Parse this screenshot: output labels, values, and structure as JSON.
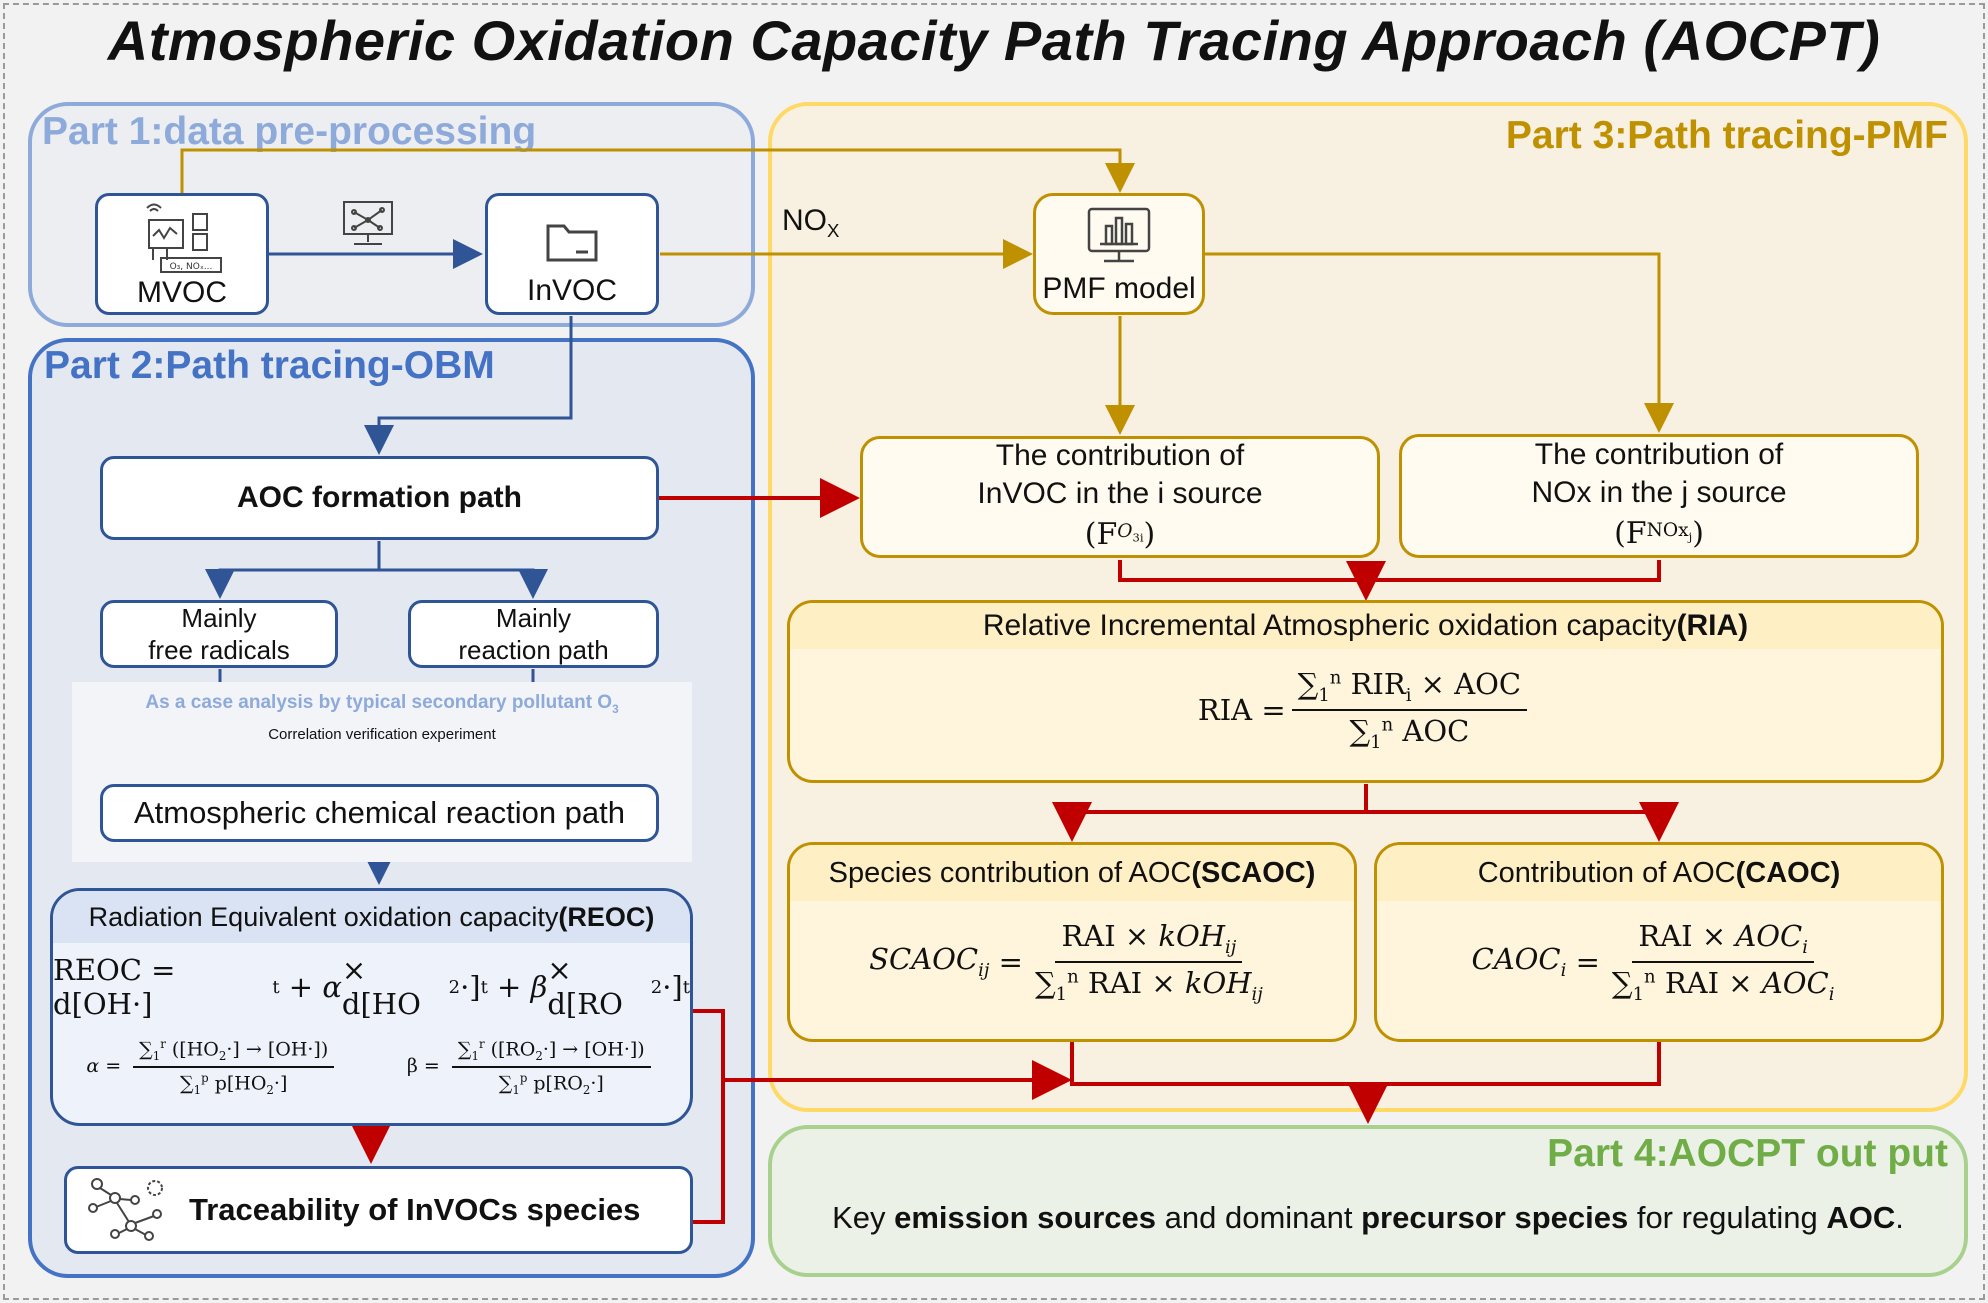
{
  "title": "Atmospheric Oxidation Capacity Path Tracing Approach (AOCPT)",
  "parts": {
    "p1": "Part 1:data pre-processing",
    "p2": "Part 2:Path tracing-OBM",
    "p3": "Part 3:Path tracing-PMF",
    "p4": "Part 4:AOCPT out put"
  },
  "nodes": {
    "mvoc": "MVOC",
    "mvoc_inner": "O₃, NOₓ...",
    "invoc": "InVOC",
    "nox": "NO",
    "nox_sub": "X",
    "pmf": "PMF model",
    "aoc_path": "AOC  formation path",
    "free_radicals_1": "Mainly",
    "free_radicals_2": "free radicals",
    "reaction_path_1": "Mainly",
    "reaction_path_2": "reaction path",
    "case_analysis": "As a case analysis by typical secondary pollutant O",
    "case_analysis_sub": "3",
    "correlation": "Correlation verification experiment",
    "chem_path": "Atmospheric chemical reaction path",
    "reoc_header": "Radiation Equivalent oxidation capacity ",
    "reoc_bold": "(REOC)",
    "traceability": "Traceability of InVOCs species"
  },
  "contrib": {
    "invoc_l1": "The contribution of",
    "invoc_l2": "InVOC in the i source",
    "nox_l1": "The contribution of",
    "nox_l2": "NOx in the j source"
  },
  "ria": {
    "header": "Relative Incremental Atmospheric oxidation capacity ",
    "header_bold": "(RIA)"
  },
  "scaoc": {
    "header": "Species contribution of AOC ",
    "header_bold": "(SCAOC)"
  },
  "caoc": {
    "header": "Contribution of AOC ",
    "header_bold": "(CAOC)"
  },
  "output": {
    "t1": "Key ",
    "b1": "emission sources",
    "t2": " and dominant ",
    "b2": "precursor species",
    "t3": " for regulating ",
    "b3": "AOC",
    "t4": "."
  },
  "colors": {
    "part1": "#8eaadb",
    "part2": "#4472c4",
    "part3": "#ffd966",
    "part4": "#a9d18e",
    "blue_arrow": "#2f5597",
    "gold_arrow": "#bf9000",
    "red_arrow": "#c00000",
    "p1_label": "#8eaadb",
    "p2_label": "#4472c4",
    "p3_label": "#bf9000",
    "p4_label": "#70ad47"
  }
}
